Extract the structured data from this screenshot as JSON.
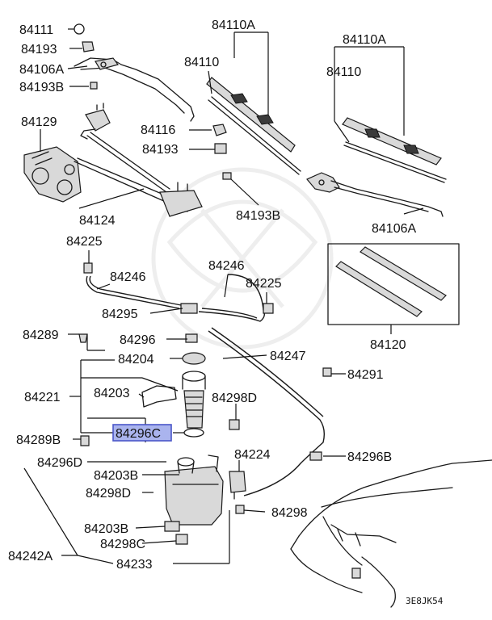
{
  "diagram": {
    "highlight_color": "#aab4ee",
    "highlighted_part": "84296C",
    "labels": {
      "p84111": "84111",
      "p84193_a": "84193",
      "p84106A_left": "84106A",
      "p84193B_left": "84193B",
      "p84110A_center": "84110A",
      "p84110_center": "84110",
      "p84110A_right": "84110A",
      "p84110_right": "84110",
      "p84129": "84129",
      "p84116": "84116",
      "p84193_b": "84193",
      "p84124": "84124",
      "p84193B_right": "84193B",
      "p84106A_right": "84106A",
      "p84225_a": "84225",
      "p84246_a": "84246",
      "p84246_b": "84246",
      "p84225_b": "84225",
      "p84295": "84295",
      "p84289": "84289",
      "p84296": "84296",
      "p84204": "84204",
      "p84247": "84247",
      "p84120": "84120",
      "p84291": "84291",
      "p84221": "84221",
      "p84203": "84203",
      "p84298D_right": "84298D",
      "p84289B": "84289B",
      "p84296C": "84296C",
      "p84224": "84224",
      "p84296B": "84296B",
      "p84296D": "84296D",
      "p84203B_top": "84203B",
      "p84298D_left": "84298D",
      "p84298": "84298",
      "p84203B_bottom": "84203B",
      "p84298C": "84298C",
      "p84242A": "84242A",
      "p84233": "84233"
    },
    "diagram_code": "3E8JK54"
  }
}
